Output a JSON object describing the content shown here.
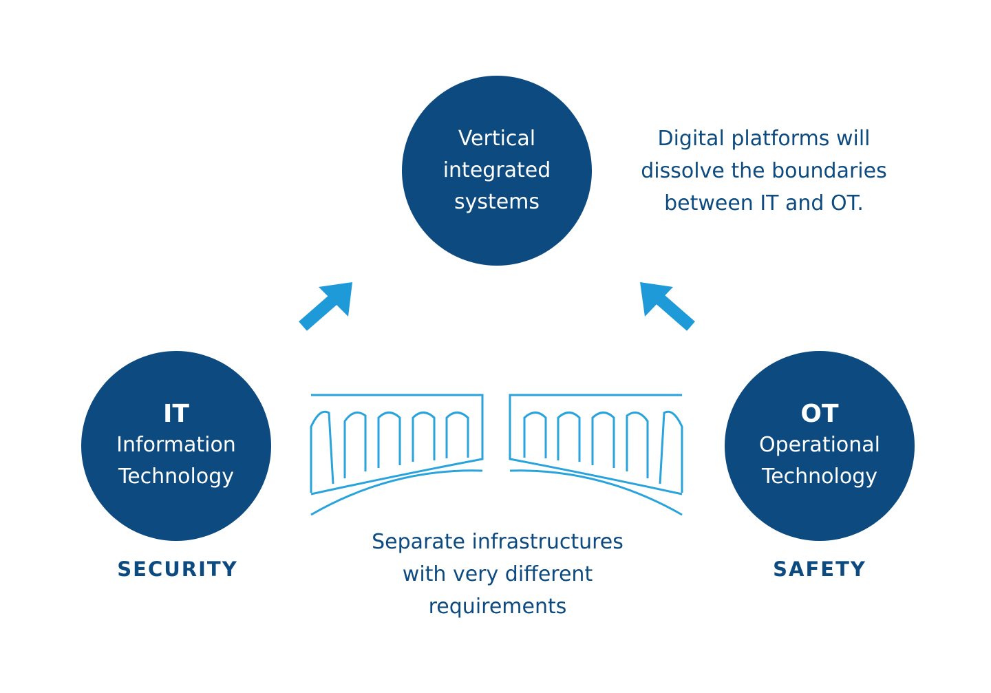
{
  "center": {
    "lines": [
      "Vertical",
      "integrated",
      "systems"
    ]
  },
  "it": {
    "abbr": "IT",
    "lines": [
      "Information",
      "Technology"
    ],
    "label": "SECURITY"
  },
  "ot": {
    "abbr": "OT",
    "lines": [
      "Operational",
      "Technology"
    ],
    "label": "SAFETY"
  },
  "note_top": {
    "lines": [
      "Digital platforms will",
      "dissolve the boundaries",
      "between IT and OT."
    ]
  },
  "note_bottom": {
    "lines": [
      "Separate infrastructures",
      "with very different",
      "requirements"
    ]
  },
  "colors": {
    "circle": "#0c4a80",
    "arrow": "#1e9ad8",
    "bridge": "#29a3dc",
    "text": "#0c4a80"
  },
  "icons": [
    "arrow-up-right-icon",
    "arrow-up-left-icon",
    "bridge-left-icon",
    "bridge-right-icon"
  ]
}
